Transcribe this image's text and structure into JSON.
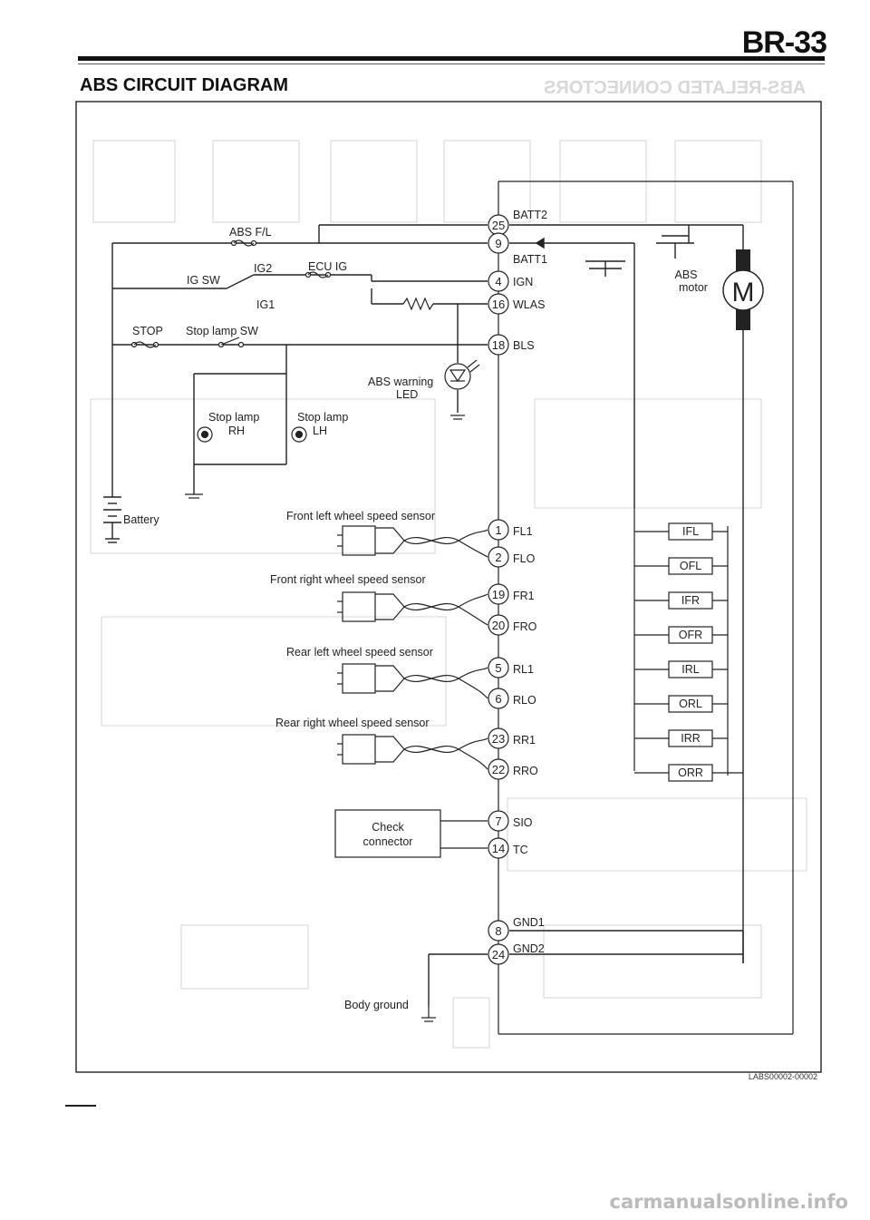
{
  "page_number": "BR-33",
  "title": "ABS CIRCUIT DIAGRAM",
  "ghost_title": "ABS-RELATED CONNECTORS",
  "ref_code": "LABS00002-00002",
  "watermark": "carmanualsonline.info",
  "labels": {
    "abs_fl": "ABS F/L",
    "ig_sw": "IG SW",
    "ig2": "IG2",
    "ig1": "IG1",
    "ecu_ig": "ECU IG",
    "stop": "STOP",
    "stop_lamp_sw": "Stop lamp SW",
    "abs_warning_1": "ABS warning",
    "abs_warning_2": "LED",
    "stop_lamp_rh_1": "Stop lamp",
    "stop_lamp_rh_2": "RH",
    "stop_lamp_lh_1": "Stop lamp",
    "stop_lamp_lh_2": "LH",
    "battery": "Battery",
    "abs_motor_1": "ABS",
    "abs_motor_2": "motor",
    "motor_symbol": "M",
    "fl_sensor": "Front left wheel speed sensor",
    "fr_sensor": "Front  right wheel speed sensor",
    "rl_sensor": "Rear left wheel speed sensor",
    "rr_sensor": "Rear right wheel speed sensor",
    "check_connector_1": "Check",
    "check_connector_2": "connector",
    "body_ground": "Body ground"
  },
  "pins": [
    {
      "num": "25",
      "name": "BATT2"
    },
    {
      "num": "9",
      "name": "BATT1"
    },
    {
      "num": "4",
      "name": "IGN"
    },
    {
      "num": "16",
      "name": "WLAS"
    },
    {
      "num": "18",
      "name": "BLS"
    },
    {
      "num": "1",
      "name": "FL1"
    },
    {
      "num": "2",
      "name": "FLO"
    },
    {
      "num": "19",
      "name": "FR1"
    },
    {
      "num": "20",
      "name": "FRO"
    },
    {
      "num": "5",
      "name": "RL1"
    },
    {
      "num": "6",
      "name": "RLO"
    },
    {
      "num": "23",
      "name": "RR1"
    },
    {
      "num": "22",
      "name": "RRO"
    },
    {
      "num": "7",
      "name": "SIO"
    },
    {
      "num": "14",
      "name": "TC"
    },
    {
      "num": "8",
      "name": "GND1"
    },
    {
      "num": "24",
      "name": "GND2"
    }
  ],
  "valves": [
    "IFL",
    "OFL",
    "IFR",
    "OFR",
    "IRL",
    "ORL",
    "IRR",
    "ORR"
  ]
}
